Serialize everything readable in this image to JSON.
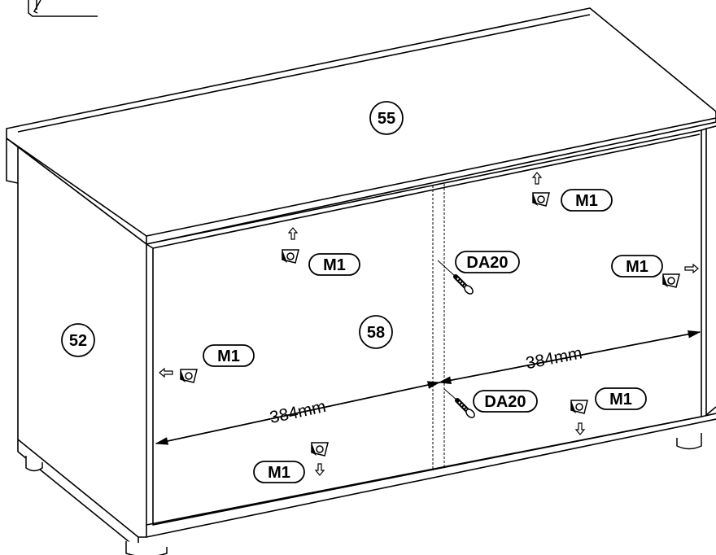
{
  "parts": {
    "top_panel": "55",
    "side_panel": "52",
    "back_panel": "58"
  },
  "fittings": {
    "cam_lock": "M1",
    "screw": "DA20"
  },
  "dimensions": {
    "left": "384mm",
    "right": "384mm"
  },
  "colors": {
    "line": "#000000",
    "background": "#ffffff"
  },
  "icons": [
    "cam-lock-icon",
    "screw-icon",
    "direction-arrow-icon",
    "dimension-arrow-icon"
  ]
}
